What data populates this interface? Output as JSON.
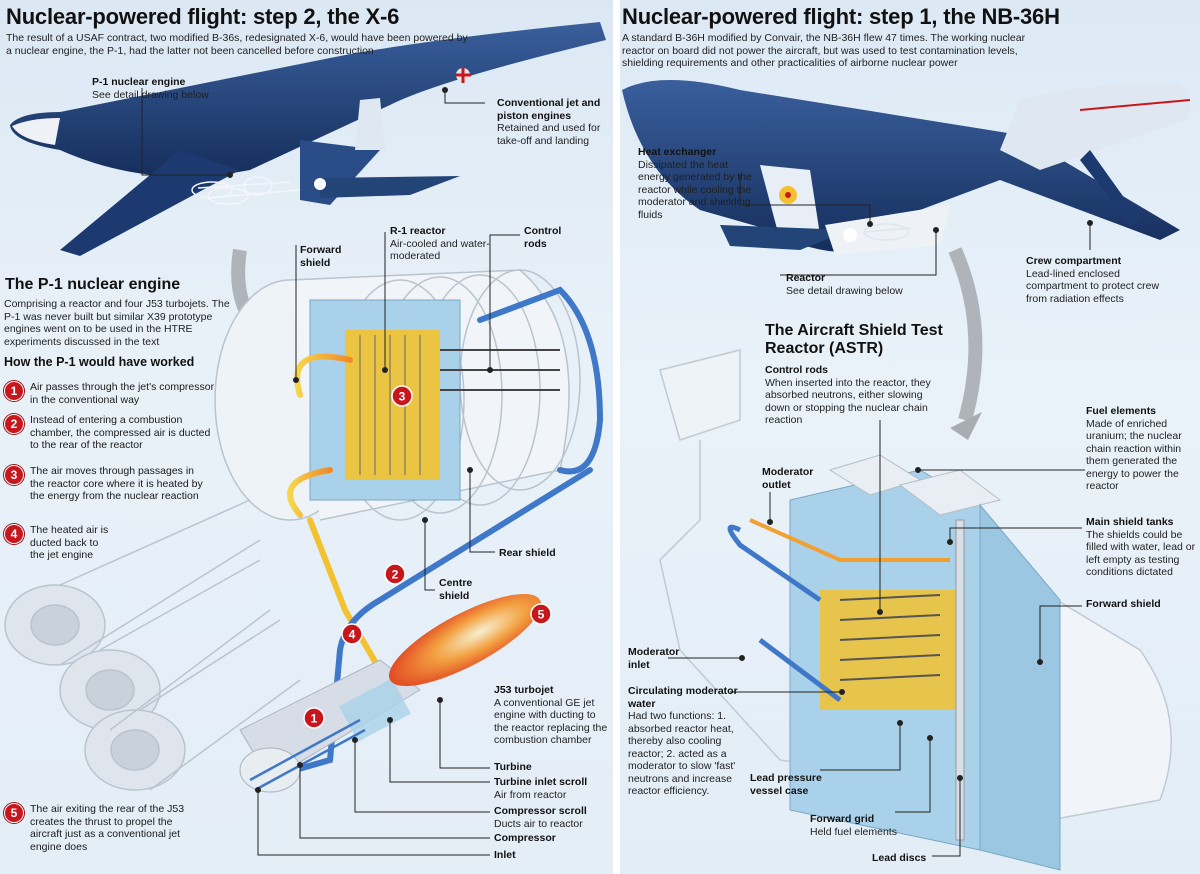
{
  "left": {
    "title": "Nuclear-powered flight: step 2, the X-6",
    "intro": "The result of a USAF contract, two modified B-36s, redesignated X-6, would have been powered by a nuclear engine, the P-1, had the latter not been cancelled before construction",
    "labels": {
      "p1_engine_title": "P-1 nuclear engine",
      "p1_engine_text": "See detail drawing below",
      "conventional_title": "Conventional jet and piston engines",
      "conventional_text": "Retained and used for take-off and landing",
      "forward_shield": "Forward shield",
      "r1_title": "R-1 reactor",
      "r1_text": "Air-cooled and water-moderated",
      "control_rods": "Control rods",
      "rear_shield": "Rear shield",
      "centre_shield": "Centre shield",
      "j53_title": "J53 turbojet",
      "j53_text": "A conventional GE jet engine with ducting to the reactor replacing the combustion chamber",
      "turbine": "Turbine",
      "turbine_inlet_title": "Turbine inlet scroll",
      "turbine_inlet_text": "Air from reactor",
      "compressor_scroll_title": "Compressor scroll",
      "compressor_scroll_text": "Ducts air to reactor",
      "compressor": "Compressor",
      "inlet": "Inlet"
    },
    "engine_heading": "The P-1 nuclear engine",
    "engine_text": "Comprising a reactor and four J53 turbojets. The P-1 was never built but similar X39 prototype engines went on to be used in the HTRE experiments discussed in the text",
    "how_heading": "How the P-1 would have worked",
    "steps": [
      {
        "n": "1",
        "text": "Air passes through the jet's compressor in the conventional way"
      },
      {
        "n": "2",
        "text": "Instead of entering a combustion chamber, the compressed air is ducted to the rear of the reactor"
      },
      {
        "n": "3",
        "text": "The air moves through passages in the reactor core where it is heated by the energy from the nuclear reaction"
      },
      {
        "n": "4",
        "text": "The heated air is ducted back to the jet engine"
      },
      {
        "n": "5",
        "text": "The air exiting the rear of the J53 creates the thrust to propel the aircraft just as a conventional jet engine does"
      }
    ]
  },
  "right": {
    "title": "Nuclear-powered flight: step 1, the NB-36H",
    "intro": "A standard B-36H modified by Convair, the NB-36H flew 47 times. The working nuclear reactor on board did not power the aircraft, but was used to test contamination levels, shielding requirements and other practicalities of airborne nuclear power",
    "labels": {
      "heat_exchanger_title": "Heat exchanger",
      "heat_exchanger_text": "Dissipated the heat energy generated by the reactor while cooling the moderator and shielding fluids",
      "reactor_title": "Reactor",
      "reactor_text": "See detail drawing below",
      "crew_title": "Crew compartment",
      "crew_text": "Lead-lined enclosed compartment to protect crew from radiation effects",
      "astr_title": "The Aircraft Shield Test Reactor (ASTR)",
      "control_rods_title": "Control rods",
      "control_rods_text": "When inserted into the reactor, they absorbed neutrons, either slowing down or stopping the nuclear chain reaction",
      "fuel_title": "Fuel elements",
      "fuel_text": "Made of enriched uranium; the nuclear chain reaction within them generated the energy to power the reactor",
      "moderator_outlet": "Moderator outlet",
      "main_shield_title": "Main shield tanks",
      "main_shield_text": "The shields could be filled with water, lead or left empty as testing conditions dictated",
      "forward_shield": "Forward shield",
      "moderator_inlet": "Moderator inlet",
      "circulating_title": "Circulating moderator water",
      "circulating_text": "Had two functions: 1. absorbed reactor heat, thereby also cooling reactor; 2. acted as a moderator to slow 'fast' neutrons and increase reactor efficiency.",
      "lead_pressure": "Lead pressure vessel case",
      "forward_grid_title": "Forward grid",
      "forward_grid_text": "Held fuel elements",
      "lead_discs": "Lead discs"
    }
  },
  "colors": {
    "badge_red": "#c8161d",
    "aircraft_blue": "#1e3f78",
    "hot_air": "#f2c230",
    "cold_air": "#3f78c8",
    "shield_blue": "#a9d2ea"
  }
}
